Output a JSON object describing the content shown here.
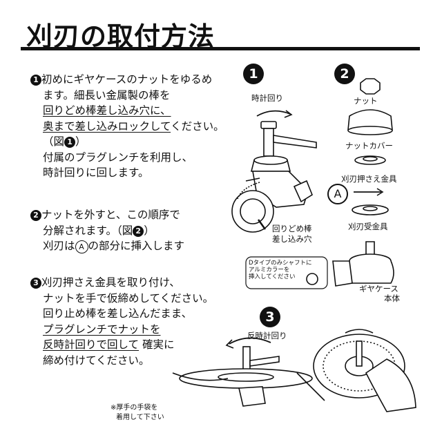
{
  "title": "刈刃の取付方法",
  "step1": {
    "l1": "初めにギヤケースのナットをゆるめ",
    "l2": "ます。細長い金属製の棒を",
    "l3": "回りどめ棒差し込み穴に、",
    "l4a": "奥まで差し込みロックして",
    "l4b": "ください。",
    "l5a": "（図",
    "l5b": "）",
    "l6": "付属のプラグレンチを利用し、",
    "l7": "時計回りに回します。"
  },
  "step2": {
    "l1": "ナットを外すと、この順序で",
    "l2a": "分解されます。（図",
    "l2b": "）",
    "l3a": "刈刃は",
    "l3b": "の部分に挿入します"
  },
  "step3": {
    "l1": "刈刃押さえ金具を取り付け、",
    "l2": "ナットを手で仮締めしてください。",
    "l3": "回り止め棒を差し込んだまま、",
    "l4": "プラグレンチでナットを",
    "l5a": "反時計回りで回して",
    "l5b": " 確実に",
    "l6": "締め付けてください。"
  },
  "markers": {
    "one": "1",
    "two": "2",
    "three": "3",
    "a": "A"
  },
  "fig1": {
    "rotation": "時計回り",
    "hole_l1": "回りどめ棒",
    "hole_l2": "差し込み穴"
  },
  "fig2": {
    "nut": "ナット",
    "nut_cover": "ナットカバー",
    "blade_holder": "刈刃押さえ金具",
    "blade_receiver": "刈刃受金具",
    "gearcase_l1": "ギヤケース",
    "gearcase_l2": "本体",
    "dtype_l1": "Dタイプのみシャフトに",
    "dtype_l2": "アルミカラーを",
    "dtype_l3": "挿入してください"
  },
  "fig3": {
    "rotation": "反時計回り",
    "glove_l1": "※厚手の手袋を",
    "glove_l2": "着用して下さい"
  }
}
